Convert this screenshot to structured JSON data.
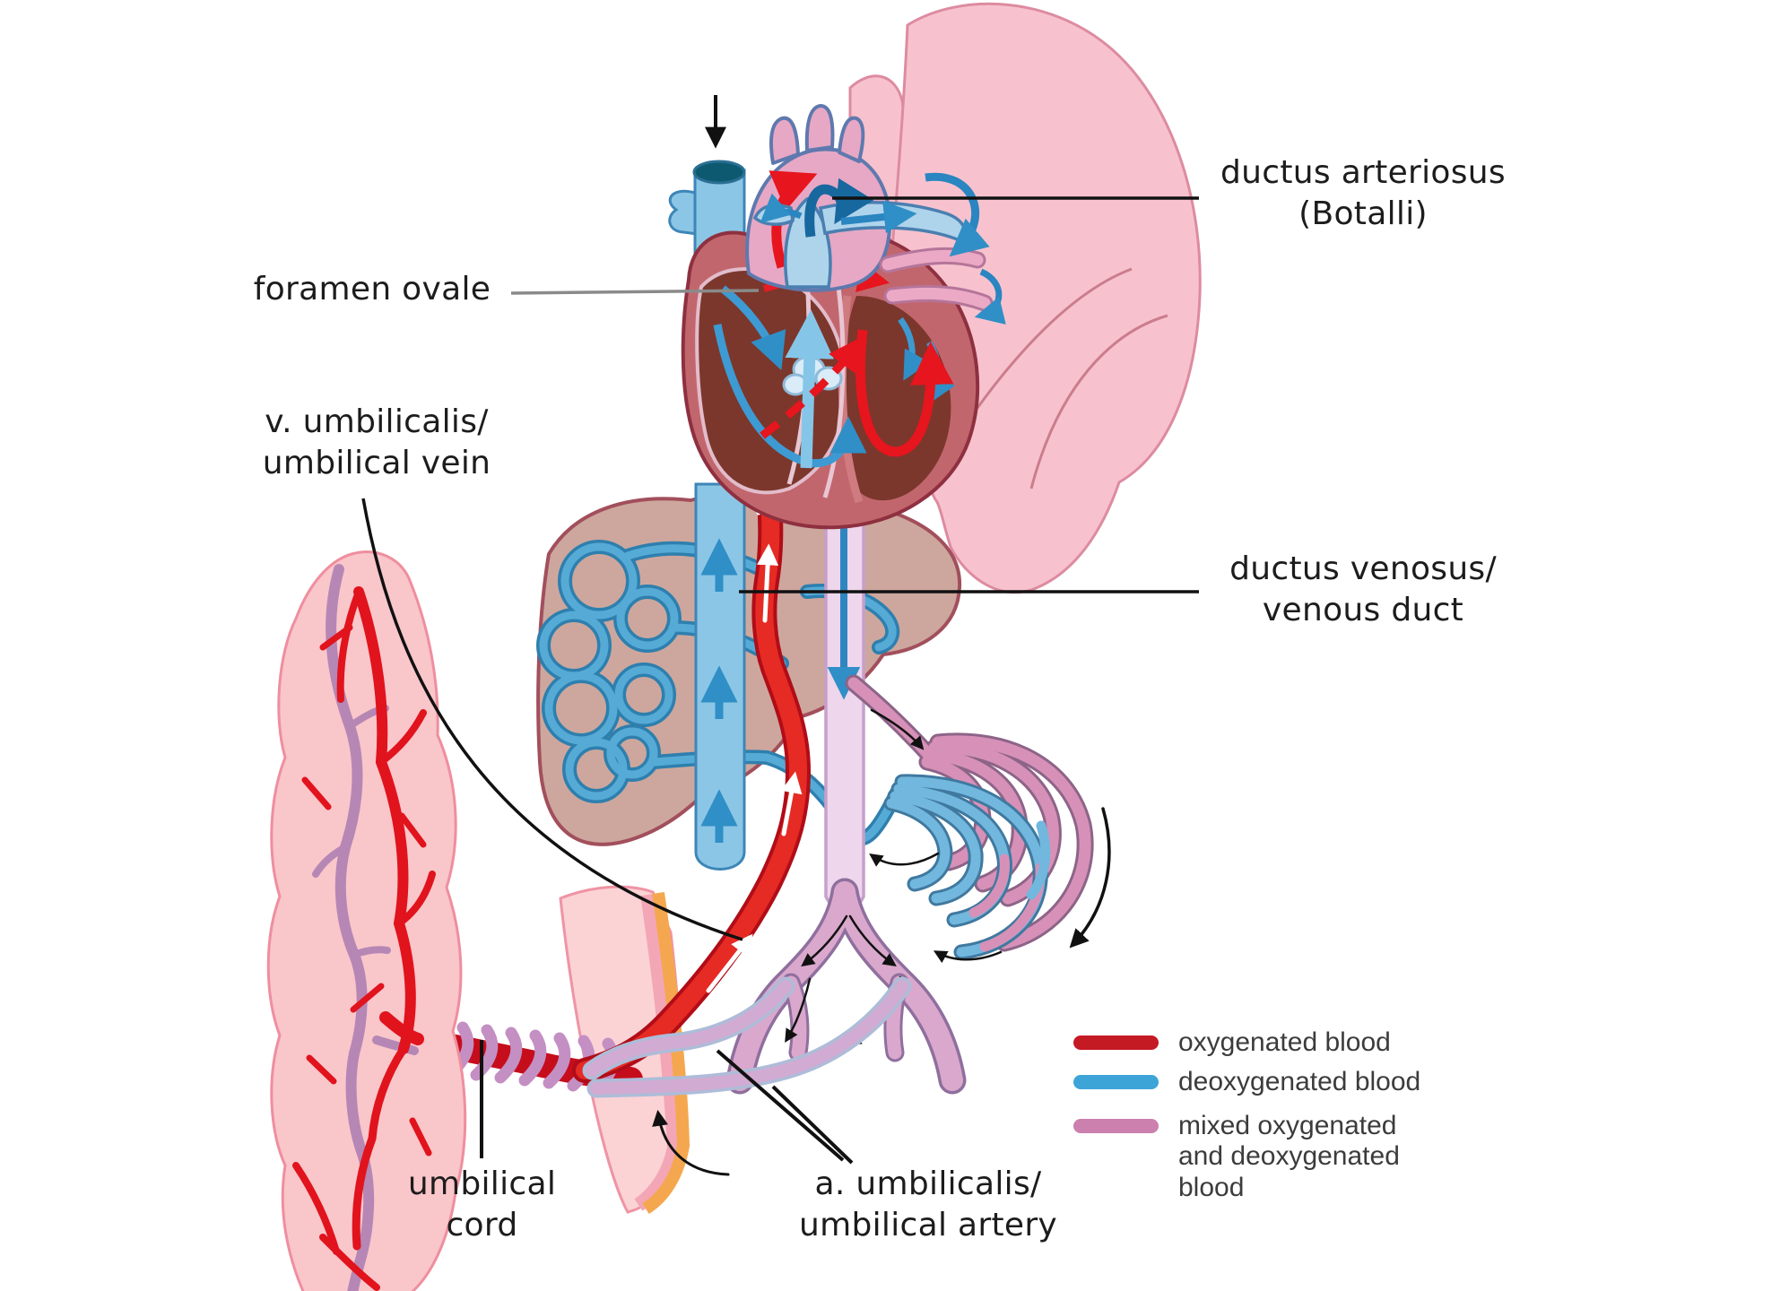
{
  "labels": {
    "ductus_arteriosus": "ductus arteriosus\n(Botalli)",
    "foramen_ovale": "foramen ovale",
    "umbilical_vein": "v. umbilicalis/\numbilical vein",
    "ductus_venosus": "ductus venosus/\nvenous duct",
    "umbilical_cord": "umbilical\ncord",
    "umbilical_artery": "a. umbilicalis/\numbilical artery"
  },
  "legend": {
    "items": [
      {
        "name": "oxygenated-blood",
        "label": "oxygenated blood",
        "color": "#c41a24"
      },
      {
        "name": "deoxygenated-blood",
        "label": "deoxygenated blood",
        "color": "#3da4d8"
      },
      {
        "name": "mixed-blood",
        "label": "mixed oxygenated\nand deoxygenated\nblood",
        "color": "#cb80ad"
      }
    ]
  },
  "colors": {
    "background": "#ffffff",
    "label_text": "#1c1c1c",
    "legend_text": "#3c3c3c",
    "oxygenated": "#c41a24",
    "deoxygenated": "#3da4d8",
    "mixed": "#cb80ad",
    "leader_line": "#111111",
    "foramen_leader_line": "#8a8a8a"
  }
}
